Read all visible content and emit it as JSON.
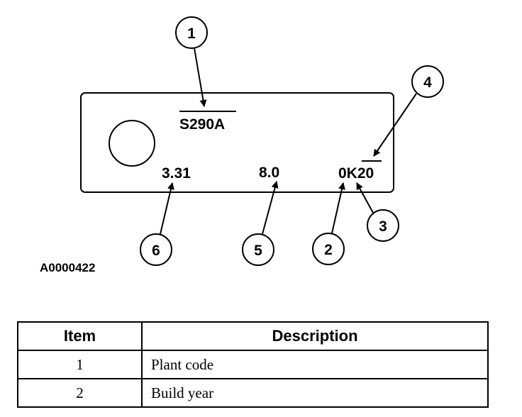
{
  "tag": {
    "plant_code": "S290A",
    "axle_ratio": "3.31",
    "ring_gear_size": "8.0",
    "build_date_code": "0K20"
  },
  "callouts": [
    "1",
    "2",
    "3",
    "4",
    "5",
    "6"
  ],
  "figure_id": "A0000422",
  "table": {
    "headers": [
      "Item",
      "Description"
    ],
    "rows": [
      {
        "item": "1",
        "description": "Plant code"
      },
      {
        "item": "2",
        "description": "Build year"
      }
    ]
  }
}
